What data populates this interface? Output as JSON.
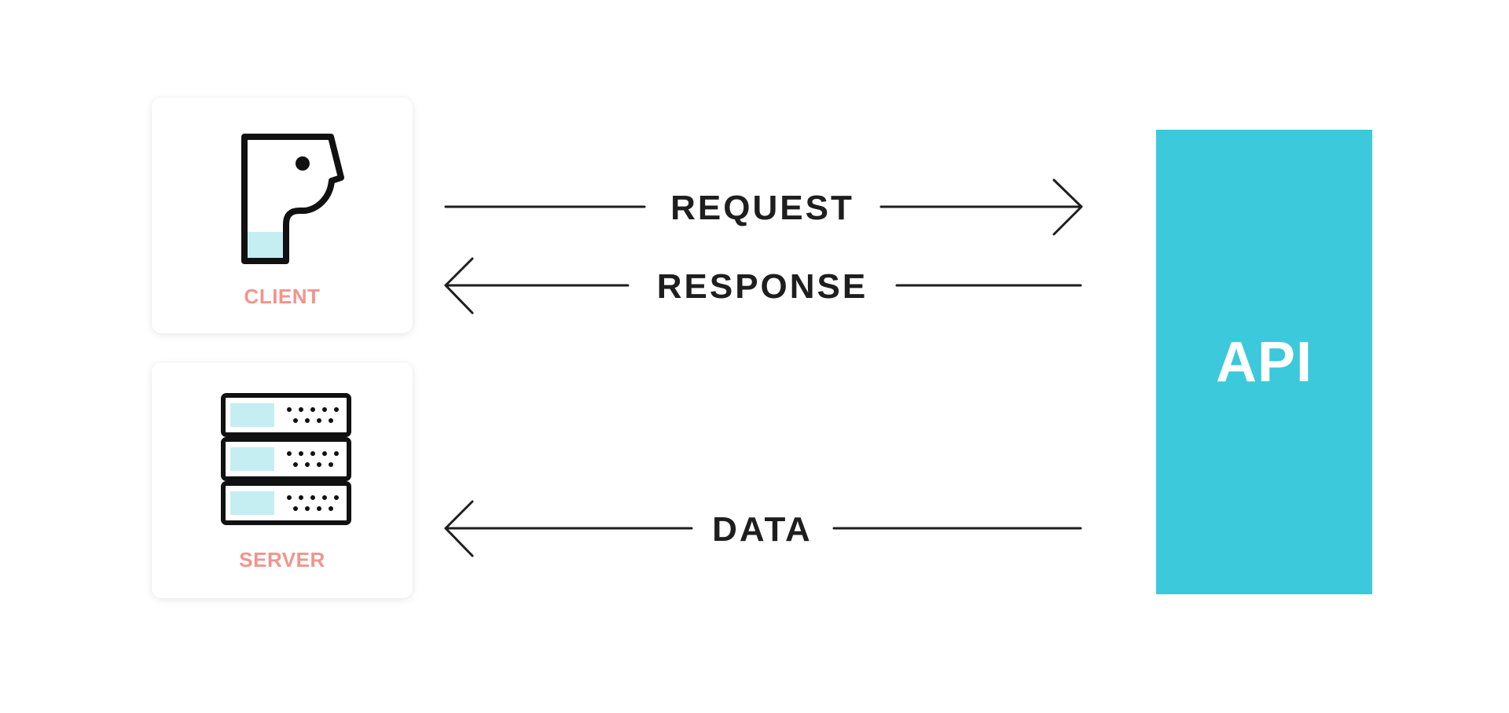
{
  "nodes": {
    "client": {
      "label": "CLIENT",
      "icon": "person-head-icon"
    },
    "server": {
      "label": "SERVER",
      "icon": "server-rack-icon"
    },
    "api": {
      "label": "API"
    }
  },
  "edges": [
    {
      "id": "request",
      "label": "REQUEST",
      "from": "client",
      "to": "api"
    },
    {
      "id": "response",
      "label": "RESPONSE",
      "from": "api",
      "to": "client"
    },
    {
      "id": "data",
      "label": "DATA",
      "from": "api",
      "to": "server"
    }
  ],
  "colors": {
    "api_fill": "#3bc9db",
    "icon_accent": "#c5eef3",
    "node_label": "#f0958c",
    "arrow": "#1e1e1e"
  }
}
